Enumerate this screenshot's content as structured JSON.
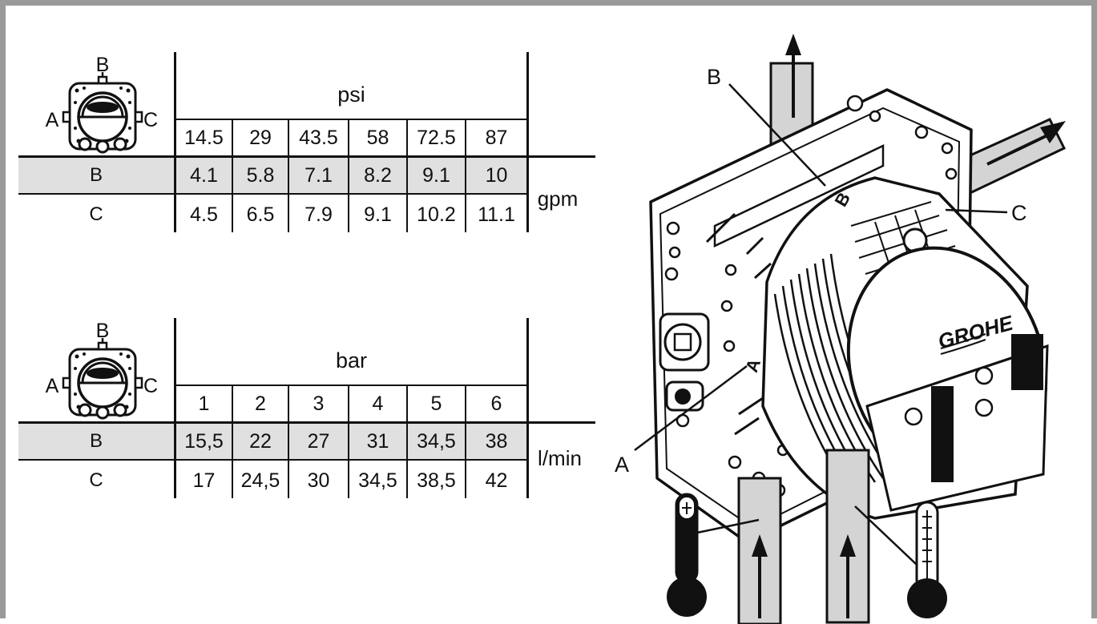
{
  "flow_tables": [
    {
      "unit_header": "psi",
      "flow_unit": "gpm",
      "pressures": [
        "14.5",
        "29",
        "43.5",
        "58",
        "72.5",
        "87"
      ],
      "rows": [
        {
          "outlet": "B",
          "values": [
            "4.1",
            "5.8",
            "7.1",
            "8.2",
            "9.1",
            "10"
          ]
        },
        {
          "outlet": "C",
          "values": [
            "4.5",
            "6.5",
            "7.9",
            "9.1",
            "10.2",
            "11.1"
          ]
        }
      ],
      "icon_labels": {
        "top": "B",
        "left": "A",
        "right": "C"
      }
    },
    {
      "unit_header": "bar",
      "flow_unit": "l/min",
      "pressures": [
        "1",
        "2",
        "3",
        "4",
        "5",
        "6"
      ],
      "rows": [
        {
          "outlet": "B",
          "values": [
            "15,5",
            "22",
            "27",
            "31",
            "34,5",
            "38"
          ]
        },
        {
          "outlet": "C",
          "values": [
            "17",
            "24,5",
            "30",
            "34,5",
            "38,5",
            "42"
          ]
        }
      ],
      "icon_labels": {
        "top": "B",
        "left": "A",
        "right": "C"
      }
    }
  ],
  "diagram": {
    "callouts": {
      "b": "B",
      "c": "C",
      "a": "A"
    },
    "brand_logo": "GROHE",
    "port_marks": {
      "b": "B",
      "a": "A"
    },
    "icons": [
      "cold-thermometer-icon",
      "hot-thermometer-icon",
      "flow-arrow-icon"
    ]
  },
  "colors": {
    "band": "#e0e0e0",
    "pipe": "#d4d4d4",
    "frame": "#9a9a9a",
    "ink": "#111111"
  }
}
